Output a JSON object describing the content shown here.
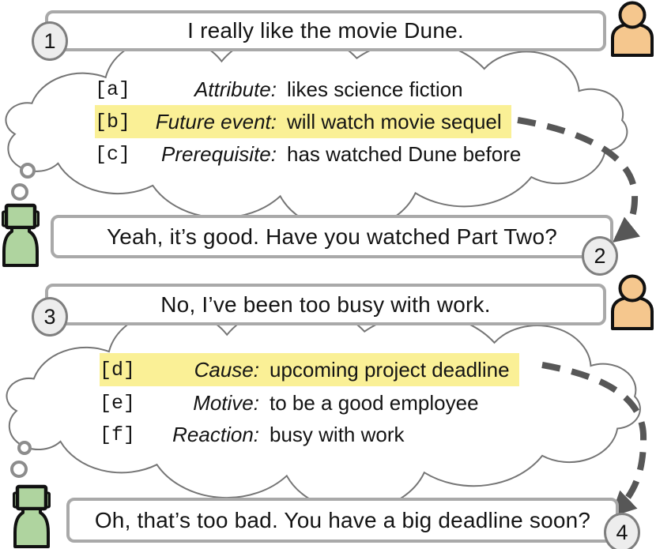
{
  "dialogue": {
    "turns": [
      {
        "id": "1",
        "speaker": "human",
        "text": "I really like the movie Dune."
      },
      {
        "id": "2",
        "speaker": "bot",
        "text": "Yeah, it’s good. Have you watched Part Two?"
      },
      {
        "id": "3",
        "speaker": "human",
        "text": "No, I’ve been too busy with work."
      },
      {
        "id": "4",
        "speaker": "bot",
        "text": "Oh, that’s too bad. You have a big deadline soon?"
      }
    ]
  },
  "clouds": [
    {
      "rows": [
        {
          "key": "[a]",
          "type": "Attribute:",
          "value": "likes science fiction",
          "highlighted": false
        },
        {
          "key": "[b]",
          "type": "Future event:",
          "value": "will watch movie sequel",
          "highlighted": true
        },
        {
          "key": "[c]",
          "type": "Prerequisite:",
          "value": "has watched Dune before",
          "highlighted": false
        }
      ]
    },
    {
      "rows": [
        {
          "key": "[d]",
          "type": "Cause:",
          "value": "upcoming project deadline",
          "highlighted": true
        },
        {
          "key": "[e]",
          "type": "Motive:",
          "value": "to be a good employee",
          "highlighted": false
        },
        {
          "key": "[f]",
          "type": "Reaction:",
          "value": "busy with work",
          "highlighted": false
        }
      ]
    }
  ],
  "icons": {
    "human": "person-icon",
    "bot": "robot-icon"
  },
  "colors": {
    "highlight": "#FAF096",
    "human_fill": "#F5C78E",
    "bot_fill": "#AFD49F",
    "arrow": "#575757",
    "bubble_border": "#A9A9A9",
    "badge_bg": "#EDEDED",
    "cloud_stroke": "#757575"
  }
}
